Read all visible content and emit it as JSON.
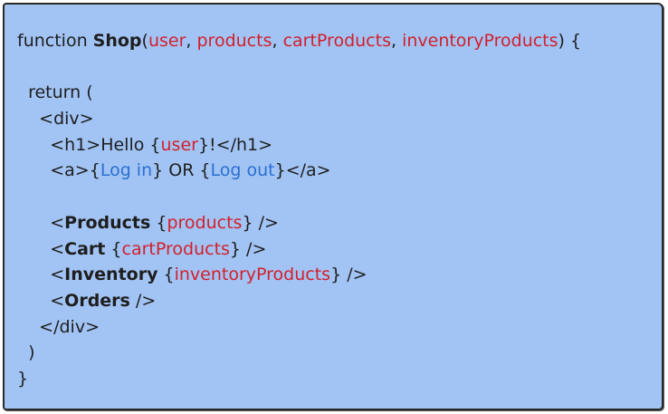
{
  "colors": {
    "panel_bg": "#a2c4f4",
    "text": "#1e1e1e",
    "param": "#d31f2a",
    "link": "#2a6fd1"
  },
  "code_lines": [
    [
      {
        "t": "function ",
        "s": "plain"
      },
      {
        "t": "Shop",
        "s": "bold"
      },
      {
        "t": "(",
        "s": "plain"
      },
      {
        "t": "user",
        "s": "param"
      },
      {
        "t": ", ",
        "s": "plain"
      },
      {
        "t": "products",
        "s": "param"
      },
      {
        "t": ", ",
        "s": "plain"
      },
      {
        "t": "cartProducts",
        "s": "param"
      },
      {
        "t": ", ",
        "s": "plain"
      },
      {
        "t": "inventoryProducts",
        "s": "param"
      },
      {
        "t": ") {",
        "s": "plain"
      }
    ],
    [],
    [
      {
        "t": "  return (",
        "s": "plain"
      }
    ],
    [
      {
        "t": "    <div>",
        "s": "plain"
      }
    ],
    [
      {
        "t": "      <h1>Hello {",
        "s": "plain"
      },
      {
        "t": "user",
        "s": "param"
      },
      {
        "t": "}!</h1>",
        "s": "plain"
      }
    ],
    [
      {
        "t": "      <a>{",
        "s": "plain"
      },
      {
        "t": "Log in",
        "s": "link"
      },
      {
        "t": "} OR {",
        "s": "plain"
      },
      {
        "t": "Log out",
        "s": "link"
      },
      {
        "t": "}</a>",
        "s": "plain"
      }
    ],
    [],
    [
      {
        "t": "      <",
        "s": "plain"
      },
      {
        "t": "Products",
        "s": "bold"
      },
      {
        "t": " {",
        "s": "plain"
      },
      {
        "t": "products",
        "s": "param"
      },
      {
        "t": "} />",
        "s": "plain"
      }
    ],
    [
      {
        "t": "      <",
        "s": "plain"
      },
      {
        "t": "Cart",
        "s": "bold"
      },
      {
        "t": " {",
        "s": "plain"
      },
      {
        "t": "cartProducts",
        "s": "param"
      },
      {
        "t": "} />",
        "s": "plain"
      }
    ],
    [
      {
        "t": "      <",
        "s": "plain"
      },
      {
        "t": "Inventory",
        "s": "bold"
      },
      {
        "t": " {",
        "s": "plain"
      },
      {
        "t": "inventoryProducts",
        "s": "param"
      },
      {
        "t": "} />",
        "s": "plain"
      }
    ],
    [
      {
        "t": "      <",
        "s": "plain"
      },
      {
        "t": "Orders",
        "s": "bold"
      },
      {
        "t": " />",
        "s": "plain"
      }
    ],
    [
      {
        "t": "    </div>",
        "s": "plain"
      }
    ],
    [
      {
        "t": "  )",
        "s": "plain"
      }
    ],
    [
      {
        "t": "}",
        "s": "plain"
      }
    ]
  ]
}
